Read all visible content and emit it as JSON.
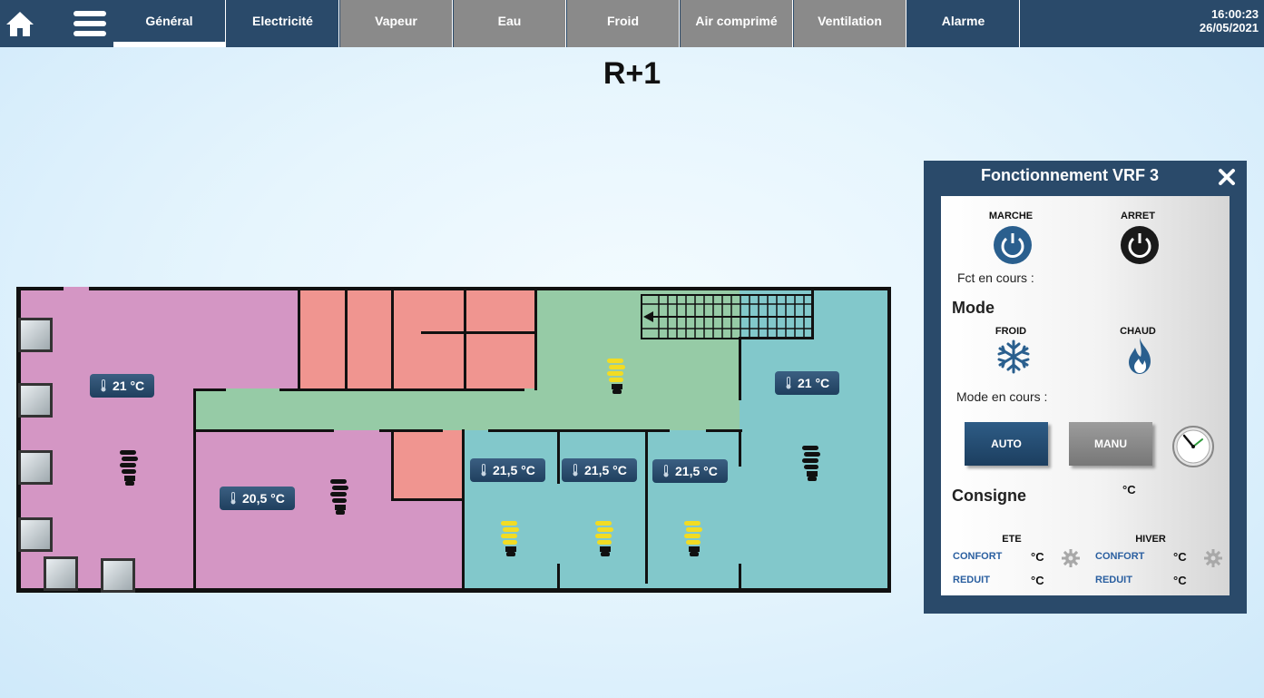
{
  "nav": {
    "tabs": [
      {
        "label": "Général",
        "active": true
      },
      {
        "label": "Electricité"
      },
      {
        "label": "Vapeur"
      },
      {
        "label": "Eau"
      },
      {
        "label": "Froid"
      },
      {
        "label": "Air comprimé"
      },
      {
        "label": "Ventilation"
      },
      {
        "label": "Alarme"
      }
    ],
    "time": "16:00:23",
    "date": "26/05/2021",
    "icons": {
      "home": "home-icon",
      "menu": "hamburger-menu-icon"
    }
  },
  "page": {
    "title": "R+1"
  },
  "rooms": {
    "temps": [
      "21 °C",
      "20,5 °C",
      "21,5 °C",
      "21,5 °C",
      "21,5 °C",
      "21 °C"
    ]
  },
  "colors": {
    "nav_dark": "#2a4a6a",
    "nav_grey": "#8a8a8a",
    "room_pink": "#d496c4",
    "room_salmon": "#f09590",
    "room_green": "#96cba6",
    "room_teal": "#82c8cb",
    "bulb_on": "#f2dc23"
  },
  "panel": {
    "title": "Fonctionnement  VRF 3",
    "marche": "MARCHE",
    "arret": "ARRET",
    "fct_en_cours": "Fct en cours :",
    "mode": "Mode",
    "froid": "FROID",
    "chaud": "CHAUD",
    "mode_en_cours": "Mode en cours :",
    "auto": "AUTO",
    "manu": "MANU",
    "consigne": "Consigne",
    "consigne_unit": "°C",
    "ete": "ETE",
    "hiver": "HIVER",
    "confort": "CONFORT",
    "reduit": "REDUIT",
    "unit": "°C"
  }
}
